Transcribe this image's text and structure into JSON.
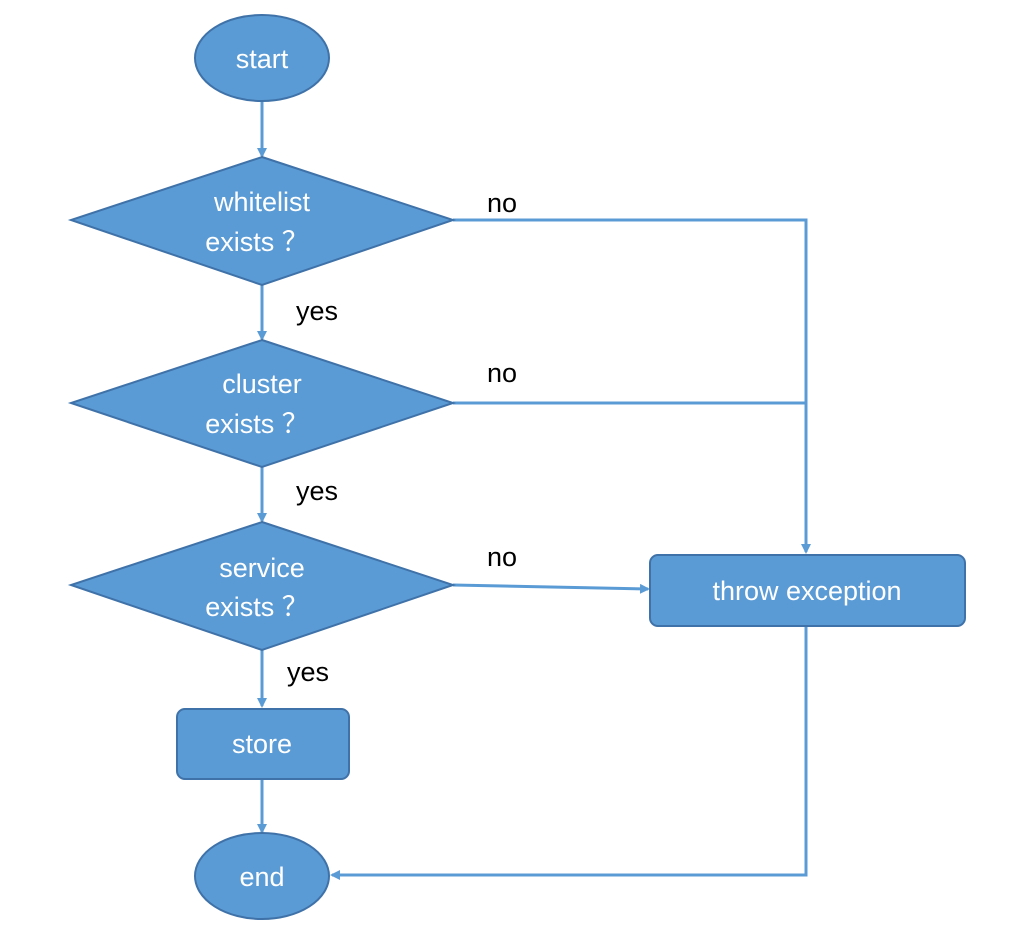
{
  "colors": {
    "node_fill": "#5b9bd5",
    "node_stroke": "#3f72a8",
    "connector": "#5b9bd5",
    "node_text": "#ffffff",
    "edge_text": "#000000"
  },
  "nodes": {
    "start": "start",
    "whitelist": [
      "whitelist",
      "exists ？"
    ],
    "cluster": [
      "cluster",
      "exists ？"
    ],
    "service": [
      "service",
      "exists ？"
    ],
    "store": "store",
    "throw": "throw exception",
    "end": "end"
  },
  "edges": {
    "whitelist_no": "no",
    "whitelist_yes": "yes",
    "cluster_no": "no",
    "cluster_yes": "yes",
    "service_no": "no",
    "service_yes": "yes"
  }
}
